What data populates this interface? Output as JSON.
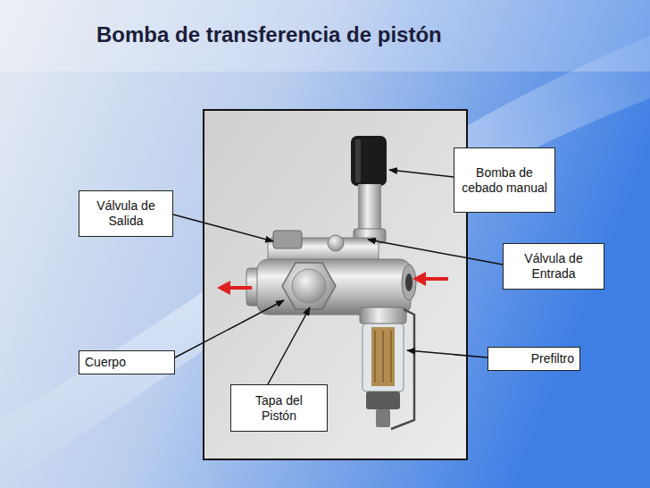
{
  "diagram": {
    "title": "Bomba de transferencia de pistón",
    "nodes": [
      {
        "text": [
          "Bomba de cebado manual"
        ]
      },
      {
        "text": [
          "Válvula de Salida"
        ]
      },
      {
        "text": [
          "Válvula de Entrada"
        ]
      },
      {
        "text": [
          "Cuerpo"
        ]
      },
      {
        "text": [
          "Prefiltro"
        ]
      },
      {
        "text": [
          "Tapa del Pistón"
        ]
      }
    ]
  }
}
